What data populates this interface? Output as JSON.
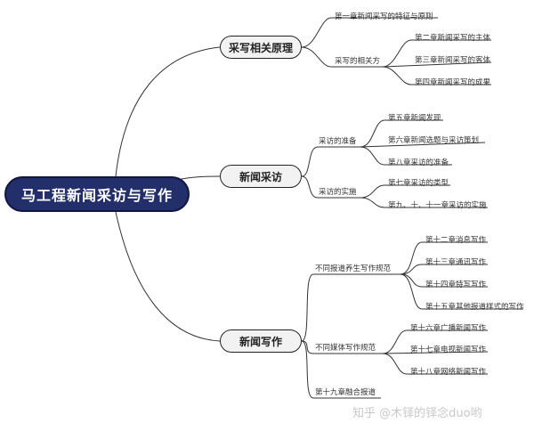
{
  "root": "马工程新闻采访与写作",
  "branches": [
    {
      "label": "采写相关原理",
      "items": [
        {
          "label": "第一章新闻采写的特征与原则"
        },
        {
          "label": "采写的相关方",
          "children": [
            "第二章新闻采写的主体",
            "第三章新闻采写的客体",
            "第四章新闻采写的成果"
          ]
        }
      ]
    },
    {
      "label": "新闻采访",
      "items": [
        {
          "label": "采访的准备",
          "children": [
            "第五章新闻发现",
            "第六章新闻选题与采访策划",
            "第八章采访的准备"
          ]
        },
        {
          "label": "采访的实施",
          "children": [
            "第七章采访的类型",
            "第九、十、十一章采访的实施"
          ]
        }
      ]
    },
    {
      "label": "新闻写作",
      "items": [
        {
          "label": "不同报道养生写作规范",
          "children": [
            "第十二章消息写作",
            "第十三章通讯写作",
            "第十四章特写写作",
            "第十五章其他报道样式的写作"
          ]
        },
        {
          "label": "不同媒体写作规范",
          "children": [
            "第十六章广播新闻写作",
            "第十七章电视新闻写作",
            "第十八章网络新闻写作"
          ]
        },
        {
          "label": "第十九章融合报道"
        }
      ]
    }
  ],
  "watermark": "知乎 @木铎的铎念duo哟"
}
